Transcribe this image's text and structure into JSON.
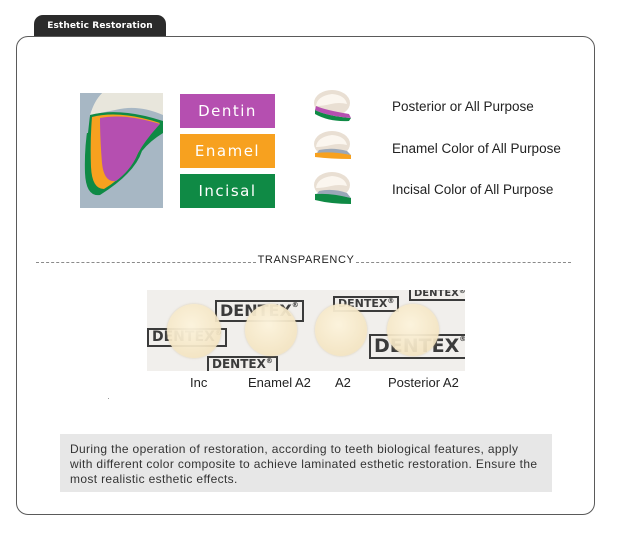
{
  "tab_title": "Esthetic Restoration",
  "layers": [
    {
      "label": "Dentin",
      "color": "#b54fb0",
      "description": "Posterior or All Purpose"
    },
    {
      "label": "Enamel",
      "color": "#f7a11f",
      "description": "Enamel Color of All Purpose"
    },
    {
      "label": "Incisal",
      "color": "#0f8a45",
      "description": "Incisal Color of All Purpose"
    }
  ],
  "divider_label": "TRANSPARENCY",
  "brand_logo": "DENTEX",
  "samples": [
    "Inc",
    "Enamel A2",
    "A2",
    "Posterior A2"
  ],
  "note": "During the operation of restoration, according to teeth biological features, apply with different color composite to achieve laminated esthetic restoration. Ensure the most realistic esthetic effects."
}
